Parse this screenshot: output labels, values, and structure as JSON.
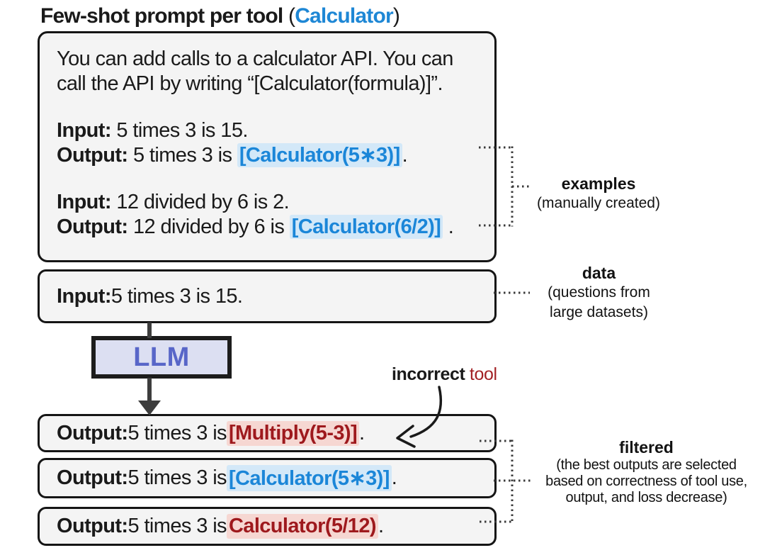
{
  "title": {
    "main": "Few-shot prompt per tool",
    "paren_open": " (",
    "tool": "Calculator",
    "paren_close": ")"
  },
  "prompt_box": {
    "line1": "You can add calls to a calculator API. You can",
    "line2": "call the API by writing “[Calculator(formula)]”.",
    "ex1_input_label": "Input:",
    "ex1_input_text": " 5 times 3 is 15.",
    "ex1_output_label": "Output:",
    "ex1_output_pre": " 5 times 3 is ",
    "ex1_output_call": "[Calculator(5∗3)]",
    "ex1_output_post": ".",
    "ex2_input_label": "Input:",
    "ex2_input_text": " 12 divided by 6 is 2.",
    "ex2_output_label": "Output:",
    "ex2_output_pre": " 12 divided by 6 is ",
    "ex2_output_call": "[Calculator(6/2)]",
    "ex2_output_post": " ."
  },
  "data_box": {
    "label": "Input:",
    "text": " 5 times 3 is 15."
  },
  "llm_box": {
    "label": "LLM"
  },
  "incorrect_label": {
    "bold": "incorrect",
    "rest": " tool"
  },
  "outputs": [
    {
      "label": "Output:",
      "pre": " 5 times 3 is ",
      "call": "[Multiply(5-3)]",
      "post": " .",
      "status": "incorrect-tool"
    },
    {
      "label": "Output:",
      "pre": " 5 times 3 is ",
      "call": "[Calculator(5∗3)]",
      "post": " .",
      "status": "correct"
    },
    {
      "label": "Output:",
      "pre": " 5 times 3 is ",
      "call": "Calculator(5/12)",
      "post": " .",
      "status": "incorrect-format"
    }
  ],
  "annotations": {
    "examples": {
      "title": "examples",
      "subtitle": "(manually created)"
    },
    "data": {
      "title": "data",
      "subtitle_line1": "(questions from",
      "subtitle_line2": "large datasets)"
    },
    "filtered": {
      "title": "filtered",
      "line1": "(the best outputs are selected",
      "line2": "based on correctness of tool use,",
      "line3": "output, and loss decrease)"
    }
  },
  "colors": {
    "tool_blue": "#1e87d5",
    "blue_highlight": "#d3e8f8",
    "error_red": "#9e191d",
    "red_highlight": "#f6d7d2",
    "llm_fill": "#dcdff2",
    "llm_text": "#5866c8",
    "box_fill": "#f4f4f4",
    "border_black": "#151515"
  }
}
